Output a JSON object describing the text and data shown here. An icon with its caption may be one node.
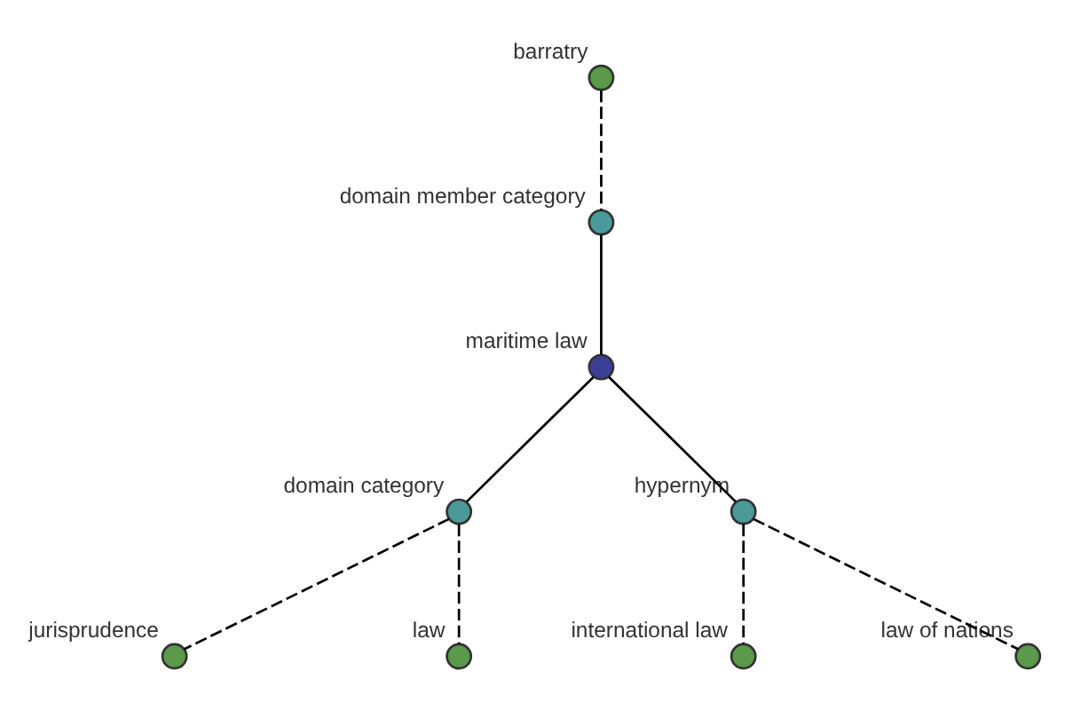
{
  "diagram": {
    "nodes": [
      {
        "text": [
          "barratry"
        ]
      },
      {
        "text": [
          "domain member category"
        ]
      },
      {
        "text": [
          "maritime law"
        ]
      },
      {
        "text": [
          "domain category"
        ]
      },
      {
        "text": [
          "hypernym"
        ]
      },
      {
        "text": [
          "jurisprudence"
        ]
      },
      {
        "text": [
          "law"
        ]
      },
      {
        "text": [
          "international law"
        ]
      },
      {
        "text": [
          "law of nations"
        ]
      }
    ],
    "edges": [
      {
        "from": 0,
        "to": 1,
        "arrow": "none",
        "style": "dashed"
      },
      {
        "from": 1,
        "to": 2,
        "arrow": "none"
      },
      {
        "from": 2,
        "to": 3,
        "arrow": "none"
      },
      {
        "from": 2,
        "to": 4,
        "arrow": "none"
      },
      {
        "from": 3,
        "to": 5,
        "arrow": "none",
        "style": "dashed"
      },
      {
        "from": 3,
        "to": 6,
        "arrow": "none",
        "style": "dashed"
      },
      {
        "from": 4,
        "to": 7,
        "arrow": "none",
        "style": "dashed"
      },
      {
        "from": 4,
        "to": 8,
        "arrow": "none",
        "style": "dashed"
      }
    ]
  }
}
